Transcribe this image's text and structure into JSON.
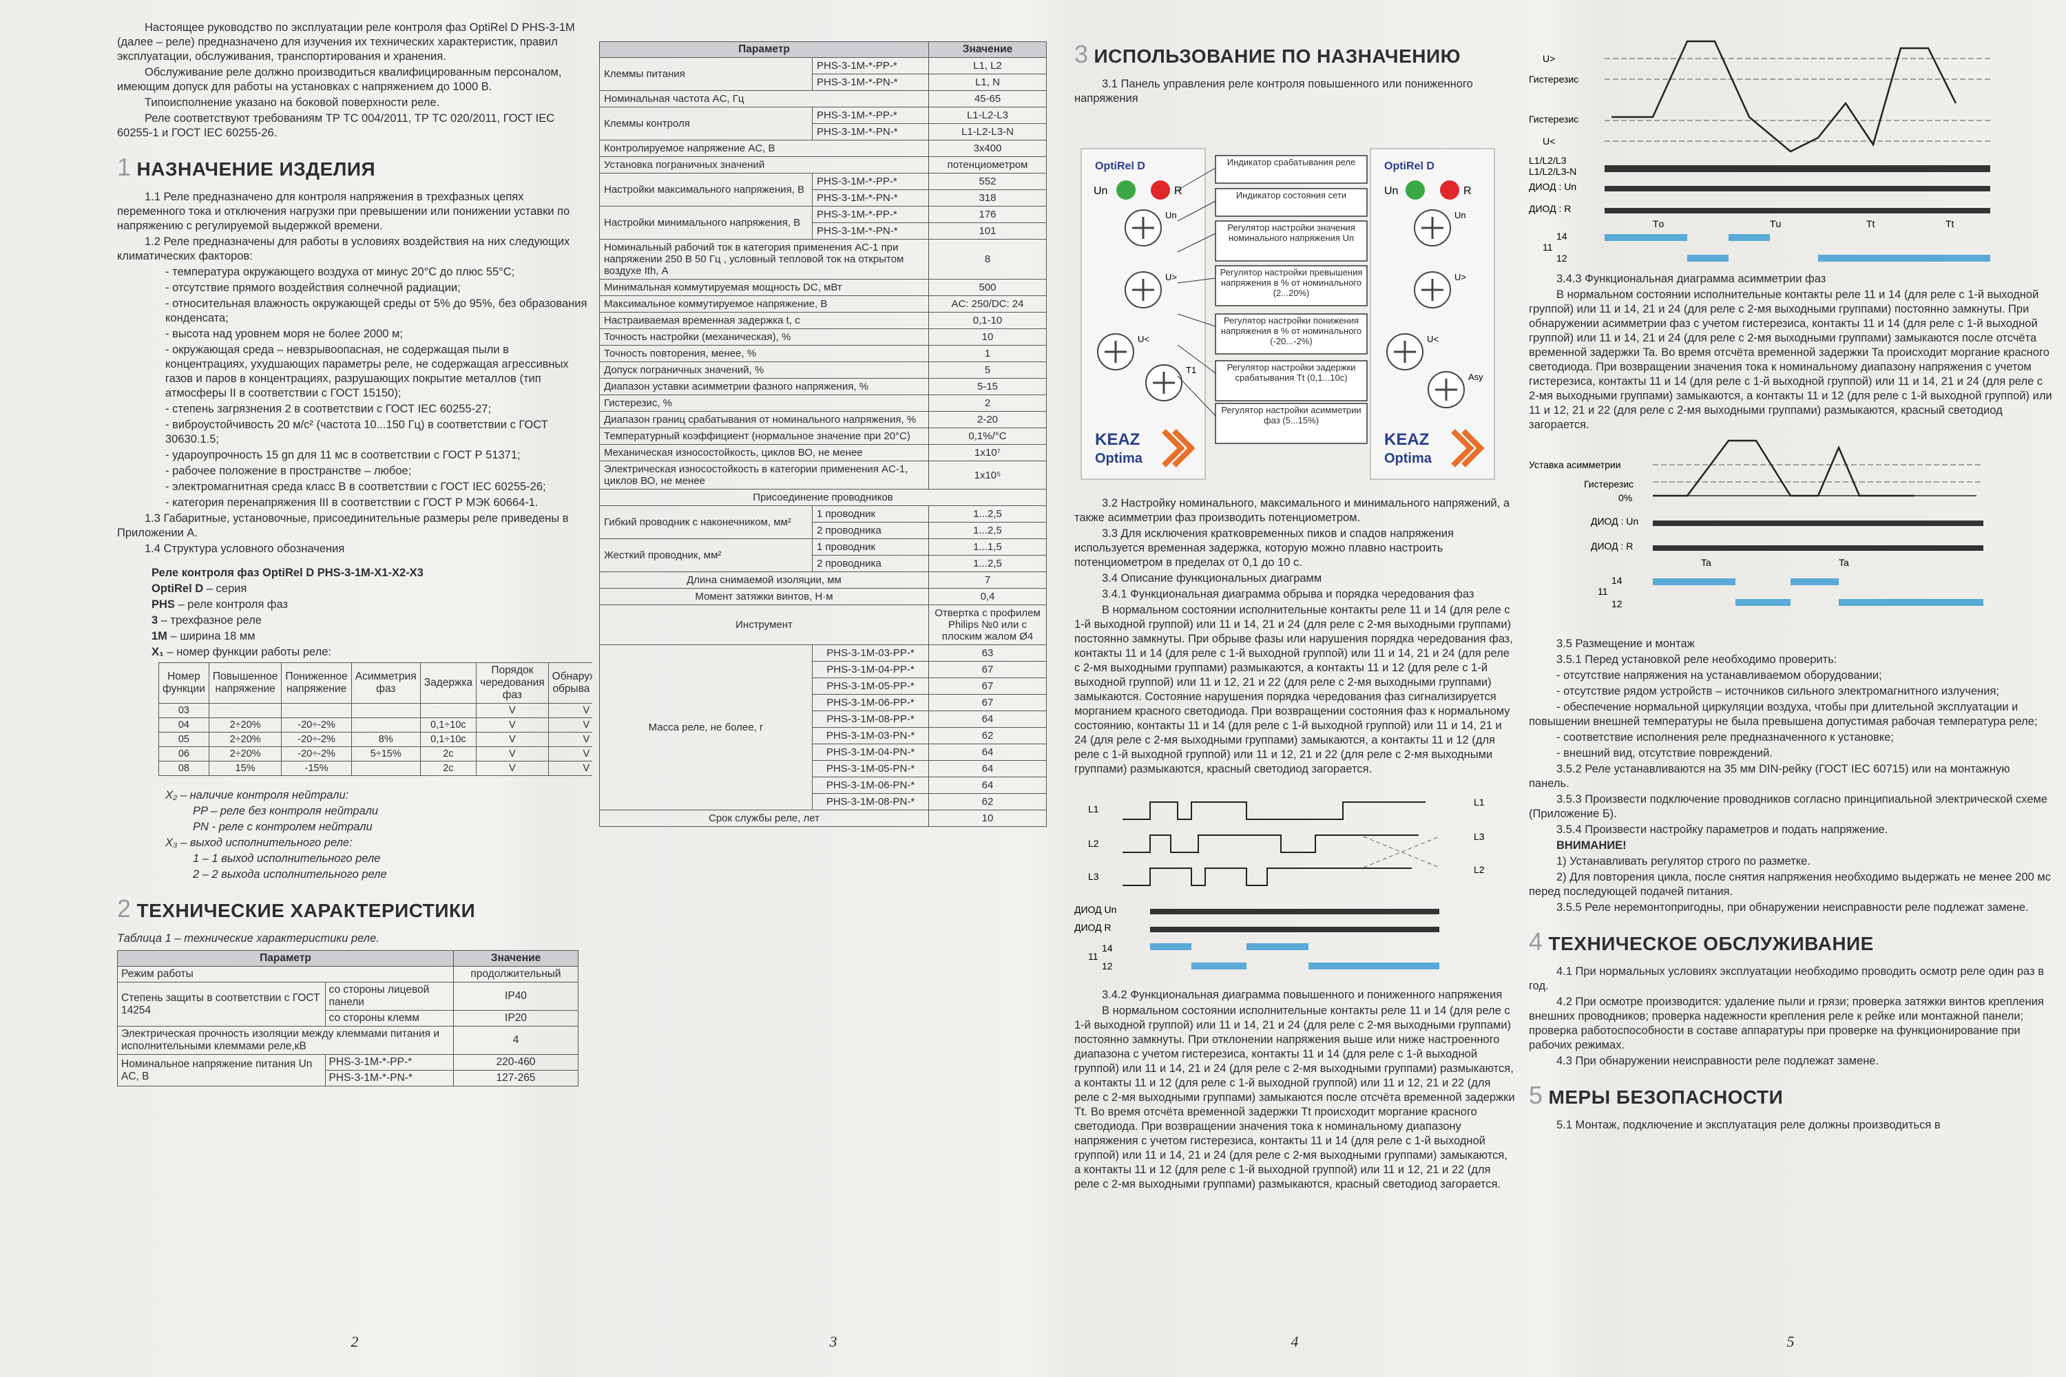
{
  "p2": {
    "intro": [
      "Настоящее руководство по эксплуатации реле контроля фаз OptiRel D PHS-3-1M (далее – реле) предназначено для изучения их технических характеристик, правил эксплуатации, обслуживания, транспортирования и хранения.",
      "Обслуживание реле должно производиться квалифицированным персоналом, имеющим допуск для работы на установках с напряжением до 1000 В.",
      "Типоисполнение указано на боковой поверхности реле.",
      "Реле соответствуют требованиям ТР ТС 004/2011, ТР ТС 020/2011, ГОСТ IEC 60255-1 и ГОСТ IEC 60255-26."
    ],
    "s1_num": "1",
    "s1_title": "НАЗНАЧЕНИЕ ИЗДЕЛИЯ",
    "s1_p1": "1.1 Реле предназначено для контроля напряжения в трехфазных цепях переменного тока и отключения нагрузки при превышении или понижении уставки по напряжению с регулируемой выдержкой времени.",
    "s1_p2": "1.2 Реле предназначены для работы в условиях воздействия на них следующих климатических факторов:",
    "s1_items": [
      "- температура окружающего воздуха от минус 20°С до плюс 55°С;",
      "- отсутствие прямого воздействия солнечной радиации;",
      "- относительная влажность окружающей среды от 5% до 95%, без образования конденсата;",
      "- высота над уровнем моря не более 2000 м;",
      "- окружающая среда – невзрывоопасная, не содержащая пыли в концентрациях, ухудшающих параметры реле, не содержащая агрессивных газов и паров в концентрациях, разрушающих покрытие металлов (тип атмосферы II в соответствии с ГОСТ 15150);",
      "- степень загрязнения 2 в соответствии с ГОСТ IEC 60255-27;",
      "- виброустойчивость 20 м/с² (частота 10...150 Гц) в соответствии с ГОСТ 30630.1.5;",
      "- удароупрочность 15 gn для 11 мс в соответствии с ГОСТ Р 51371;",
      "- рабочее положение в пространстве – любое;",
      "- электромагнитная среда класс В в соответствии с ГОСТ IEC 60255-26;",
      "- категория перенапряжения III в соответствии с ГОСТ Р МЭК 60664-1."
    ],
    "s1_p3": "1.3 Габаритные, установочные, присоединительные размеры реле приведены в Приложении А.",
    "s1_p4": "1.4 Структура условного обозначения",
    "code_title": "Реле контроля фаз OptiRel D PHS-3-1M-X1-X2-X3",
    "code_items": [
      {
        "k": "OptiRel D",
        "v": " – серия"
      },
      {
        "k": "PHS",
        "v": " – реле контроля фаз"
      },
      {
        "k": "3",
        "v": " – трехфазное реле"
      },
      {
        "k": "1M",
        "v": " – ширина 18 мм"
      },
      {
        "k": "X₁",
        "v": " – номер функции работы реле:"
      }
    ],
    "func_headers": [
      "Номер функции",
      "Повышенное напряжение",
      "Пониженное напряжение",
      "Асимметрия фаз",
      "Задержка",
      "Порядок чередования фаз",
      "Обнаружение обрыва фазы"
    ],
    "func_rows": [
      [
        "03",
        "",
        "",
        "",
        "",
        "V",
        "V"
      ],
      [
        "04",
        "2÷20%",
        "-20÷-2%",
        "",
        "0,1÷10с",
        "V",
        "V"
      ],
      [
        "05",
        "2÷20%",
        "-20÷-2%",
        "8%",
        "0,1÷10с",
        "V",
        "V"
      ],
      [
        "06",
        "2÷20%",
        "-20÷-2%",
        "5÷15%",
        "2с",
        "V",
        "V"
      ],
      [
        "08",
        "15%",
        "-15%",
        "",
        "2с",
        "V",
        "V"
      ]
    ],
    "x2_text": [
      "X₂ – наличие контроля нейтрали:",
      "PP – реле без контроля нейтрали",
      "PN - реле с контролем нейтрали",
      "X₃ – выход исполнительного реле:",
      "1 – 1 выход исполнительного реле",
      "2 – 2 выхода исполнительного реле"
    ],
    "s2_num": "2",
    "s2_title": "ТЕХНИЧЕСКИЕ ХАРАКТЕРИСТИКИ",
    "table1_caption": "Таблица 1 – технические характеристики реле.",
    "t1_h": [
      "Параметр",
      "Значение"
    ],
    "t1": {
      "r1": [
        "Режим работы",
        "продолжительный"
      ],
      "r2a": [
        "Степень защиты в соответствии с ГОСТ 14254",
        "со стороны лицевой панели",
        "IP40"
      ],
      "r2b": [
        "со стороны клемм",
        "IP20"
      ],
      "r3": [
        "Электрическая прочность изоляции между клеммами питания и исполнительными клеммами реле,кВ",
        "4"
      ],
      "r4a": [
        "Номинальное напряжение питания Un AC, В",
        "PHS-3-1M-*-PP-*",
        "220-460"
      ],
      "r4b": [
        "PHS-3-1M-*-PN-*",
        "127-265"
      ]
    },
    "page_num": "2"
  },
  "p3": {
    "t_h": [
      "Параметр",
      "Значение"
    ],
    "rows": {
      "clamps": [
        "Клеммы питания",
        "PHS-3-1M-*-PP-*",
        "L1, L2",
        "PHS-3-1M-*-PN-*",
        "L1, N"
      ],
      "freq": [
        "Номинальная частота AC, Гц",
        "45-65"
      ],
      "ctrl": [
        "Клеммы контроля",
        "PHS-3-1M-*-PP-*",
        "L1-L2-L3",
        "PHS-3-1M-*-PN-*",
        "L1-L2-L3-N"
      ],
      "volt": [
        "Контролируемое напряжение AC, В",
        "3x400"
      ],
      "limit": [
        "Установка пограничных значений",
        "потенциометром"
      ],
      "max": [
        "Настройки максимального напряжения, В",
        "PHS-3-1M-*-PP-*",
        "552",
        "PHS-3-1M-*-PN-*",
        "318"
      ],
      "min": [
        "Настройки минимального напряжения, В",
        "PHS-3-1M-*-PP-*",
        "176",
        "PHS-3-1M-*-PN-*",
        "101"
      ],
      "simple": [
        [
          "Номинальный рабочий ток в категория применения AC-1 при напряжении 250 В 50 Гц , условный тепловой ток на открытом воздухе Ith, А",
          "8"
        ],
        [
          "Минимальная коммутируемая мощность DC, мВт",
          "500"
        ],
        [
          "Максимальное коммутируемое напряжение, В",
          "AC: 250/DC: 24"
        ],
        [
          "Настраиваемая временная задержка t, с",
          "0,1-10"
        ],
        [
          "Точность настройки (механическая), %",
          "10"
        ],
        [
          "Точность повторения, менее, %",
          "1"
        ],
        [
          "Допуск пограничных значений, %",
          "5"
        ],
        [
          "Диапазон уставки асимметрии фазного напряжения, %",
          "5-15"
        ],
        [
          "Гистерезис, %",
          "2"
        ],
        [
          "Диапазон границ срабатывания от номинального напряжения, %",
          "2-20"
        ],
        [
          "Температурный коэффициент (нормальное значение при 20°С)",
          "0,1%/°C"
        ],
        [
          "Механическая износостойкость, циклов ВО, не менее",
          "1x10⁷"
        ],
        [
          "Электрическая износостойкость в категории применения AC-1, циклов ВО, не менее",
          "1x10⁵"
        ]
      ],
      "conn_title": "Присоединение проводников",
      "flex": [
        "Гибкий проводник с наконечником, мм²",
        "1 проводник",
        "1...2,5",
        "2 проводника",
        "1...2,5"
      ],
      "hard": [
        "Жесткий проводник, мм²",
        "1 проводник",
        "1...1,5",
        "2 проводника",
        "1...2,5"
      ],
      "strip": [
        "Длина снимаемой изоляции, мм",
        "7"
      ],
      "torque": [
        "Момент затяжки винтов, Н·м",
        "0,4"
      ],
      "tool": [
        "Инструмент",
        "Отвертка с профилем Philips №0 или с плоским жалом Ø4"
      ],
      "mass_label": "Масса реле, не более, г",
      "mass": [
        [
          "PHS-3-1M-03-PP-*",
          "63"
        ],
        [
          "PHS-3-1M-04-PP-*",
          "67"
        ],
        [
          "PHS-3-1M-05-PP-*",
          "67"
        ],
        [
          "PHS-3-1M-06-PP-*",
          "67"
        ],
        [
          "PHS-3-1M-08-PP-*",
          "64"
        ],
        [
          "PHS-3-1M-03-PN-*",
          "62"
        ],
        [
          "PHS-3-1M-04-PN-*",
          "64"
        ],
        [
          "PHS-3-1M-05-PN-*",
          "64"
        ],
        [
          "PHS-3-1M-06-PN-*",
          "64"
        ],
        [
          "PHS-3-1M-08-PN-*",
          "62"
        ]
      ],
      "life": [
        "Срок службы реле, лет",
        "10"
      ]
    },
    "page_num": "3"
  },
  "p4": {
    "s3_num": "3",
    "s3_title": "ИСПОЛЬЗОВАНИЕ ПО НАЗНАЧЕНИЮ",
    "p31": "3.1 Панель управления реле контроля повышенного или пониженного напряжения",
    "callouts": [
      "Индикатор срабатывания реле",
      "Индикатор состояния сети",
      "Регулятор настройки значения номинального напряжения Un",
      "Регулятор настройки превышения напряжения в % от номинального (2...20%)",
      "Регулятор настройки понижения напряжения в % от номинального (-20...-2%)",
      "Регулятор настройки задержки срабатывания Tt (0,1...10с)",
      "Регулятор настройки асимметрии фаз (5...15%)"
    ],
    "device": {
      "brand": "OptiRel D",
      "un": "Un",
      "r": "R",
      "dial_un": "Un",
      "dial_up": "U>",
      "dial_dn": "U<",
      "dial_t": "T1",
      "dial_asy": "Asy",
      "keaz": "KEAZ",
      "optima": "Optima"
    },
    "p32": "3.2 Настройку номинального, максимального и минимального напряжений, а также асимметрии фаз производить потенциометром.",
    "p33": "3.3 Для исключения кратковременных пиков и спадов напряжения используется временная задержка, которую можно плавно настроить потенциометром в пределах от 0,1 до 10 с.",
    "p34": "3.4 Описание функциональных диаграмм",
    "p341": "3.4.1 Функциональная диаграмма обрыва и порядка чередования фаз",
    "p341b": "В нормальном состоянии исполнительные контакты реле 11 и 14 (для реле с 1-й выходной группой) или 11 и 14, 21 и 24 (для реле с 2-мя выходными группами) постоянно замкнуты. При обрыве фазы или нарушения порядка чередования фаз, контакты 11 и 14 (для реле с 1-й выходной группой) или 11 и 14, 21 и 24 (для реле с 2-мя выходными группами) размыкаются, а контакты 11 и 12 (для реле с 1-й выходной группой) или 11 и 12, 21 и 22 (для реле с 2-мя выходными группами) замыкаются. Состояние нарушения порядка чередования фаз сигнализируется морганием красного светодиода. При возвращении состояния фаз к нормальному состоянию, контакты 11 и 14 (для реле с 1-й выходной группой) или 11 и 14, 21 и 24 (для реле с 2-мя выходными группами) замыкаются, а контакты 11 и 12 (для реле с 1-й выходной группой) или 11 и 12, 21 и 22 (для реле с 2-мя выходными группами) размыкаются, красный светодиод загорается.",
    "diag1": {
      "l1": "L1",
      "l2": "L2",
      "l3": "L3",
      "un": "ДИОД Un",
      "r": "ДИОД R",
      "c14": "14",
      "c11": "11",
      "c12": "12",
      "rl1": "L1",
      "rl3": "L3",
      "rl2": "L2"
    },
    "p342": "3.4.2 Функциональная диаграмма повышенного и пониженного напряжения",
    "p342b": "В нормальном состоянии исполнительные контакты реле 11 и 14 (для реле с 1-й выходной группой) или 11 и 14, 21 и 24 (для реле с 2-мя выходными группами) постоянно замкнуты. При отклонении напряжения выше или ниже настроенного диапазона с учетом гистерезиса, контакты 11 и 14 (для реле с 1-й выходной группой) или 11 и 14, 21 и 24 (для реле с 2-мя выходными группами) размыкаются, а контакты 11 и 12 (для реле с 1-й выходной группой) или 11 и 12, 21 и 22 (для реле с 2-мя выходными группами) замыкаются после отсчёта временной задержки Tt. Во время отсчёта временной задержки Tt происходит моргание красного светодиода. При возвращении значения тока к номинальному диапазону напряжения с учетом гистерезиса, контакты 11 и 14 (для реле с 1-й выходной группой) или 11 и 14, 21 и 24 (для реле с 2-мя выходными группами) замыкаются, а контакты 11 и 12 (для реле с 1-й выходной группой) или 11 и 12, 21 и 22 (для реле с 2-мя выходными группами) размыкаются, красный светодиод загорается.",
    "page_num": "4"
  },
  "p5": {
    "d2": {
      "umax": "U>",
      "hyst1": "Гистерезис",
      "hyst2": "Гистерезис",
      "umin": "U<",
      "lines": "L1/L2/L3",
      "lines2": "L1/L2/L3-N",
      "un": "ДИОД : Un",
      "r": "ДИОД : R",
      "c14": "14",
      "c11": "11",
      "c12": "12",
      "t1": "Тo",
      "t2": "Тu",
      "t3": "Тt",
      "t4": "Тt"
    },
    "p343": "3.4.3 Функциональная диаграмма асимметрии фаз",
    "p343b": "В нормальном состоянии исполнительные контакты реле 11 и 14 (для реле с 1-й выходной группой) или 11 и 14, 21 и 24 (для реле с 2-мя выходными группами) постоянно замкнуты. При обнаружении асимметрии фаз с учетом гистерезиса, контакты 11 и 14 (для реле с 1-й выходной группой) или 11 и 14, 21 и 24 (для реле с 2-мя выходными группами) замыкаются после отсчёта временной задержки Ta. Во время отсчёта временной задержки Ta происходит моргание красного светодиода. При возвращении значения тока к номинальному диапазону напряжения с учетом гистерезиса, контакты 11 и 14 (для реле с 1-й выходной группой) или 11 и 14, 21 и 24 (для реле с 2-мя выходными группами) замыкаются, а контакты 11 и 12 (для реле с 1-й выходной группой) или 11 и 12, 21 и 22 (для реле с 2-мя выходными группами) размыкаются, красный светодиод загорается.",
    "d3": {
      "set": "Уставка асимметрии",
      "hyst": "Гистерезис",
      "zero": "0%",
      "un": "ДИОД : Un",
      "r": "ДИОД : R",
      "ta1": "Ta",
      "ta2": "Ta",
      "c14": "14",
      "c11": "11",
      "c12": "12"
    },
    "p35": "3.5 Размещение и монтаж",
    "p351": "3.5.1 Перед установкой реле необходимо проверить:",
    "p351_items": [
      "- отсутствие напряжения на устанавливаемом оборудовании;",
      "- отсутствие рядом устройств – источников сильного электромагнитного излучения;",
      "- обеспечение нормальной циркуляции воздуха, чтобы при длительной эксплуатации и повышении внешней температуры не была превышена допустимая рабочая температура реле;",
      "- соответствие исполнения реле предназначенного к установке;",
      "- внешний вид, отсутствие повреждений."
    ],
    "p352": "3.5.2 Реле устанавливаются на 35 мм DIN-рейку (ГОСТ IEC 60715) или на монтажную панель.",
    "p353": "3.5.3 Произвести подключение проводников согласно принципиальной электрической схеме (Приложение Б).",
    "p354": "3.5.4 Произвести настройку параметров и подать напряжение.",
    "warn": "ВНИМАНИЕ!",
    "warn_items": [
      "1) Устанавливать регулятор строго по разметке.",
      "2) Для повторения цикла, после снятия напряжения необходимо выдержать не менее 200 мс перед последующей подачей питания."
    ],
    "p355": "3.5.5 Реле неремонтопригодны, при обнаружении неисправности реле подлежат замене.",
    "s4_num": "4",
    "s4_title": "ТЕХНИЧЕСКОЕ ОБСЛУЖИВАНИЕ",
    "p41": "4.1 При нормальных условиях эксплуатации необходимо проводить осмотр реле один раз в год.",
    "p42": "4.2 При осмотре производится: удаление пыли и грязи; проверка затяжки винтов крепления внешних проводников; проверка надежности крепления реле к рейке или монтажной панели; проверка работоспособности в составе аппаратуры при проверке на функционирование при рабочих режимах.",
    "p43": "4.3 При обнаружении неисправности реле подлежат замене.",
    "s5_num": "5",
    "s5_title": "МЕРЫ БЕЗОПАСНОСТИ",
    "p51": "5.1 Монтаж, подключение и эксплуатация реле должны производиться в",
    "page_num": "5"
  },
  "colors": {
    "green_led": "#3aa845",
    "red_led": "#e0262b",
    "brand_orange": "#e8702a",
    "keaz_blue": "#2b3d8c",
    "contact_blue": "#5aa9d6"
  }
}
